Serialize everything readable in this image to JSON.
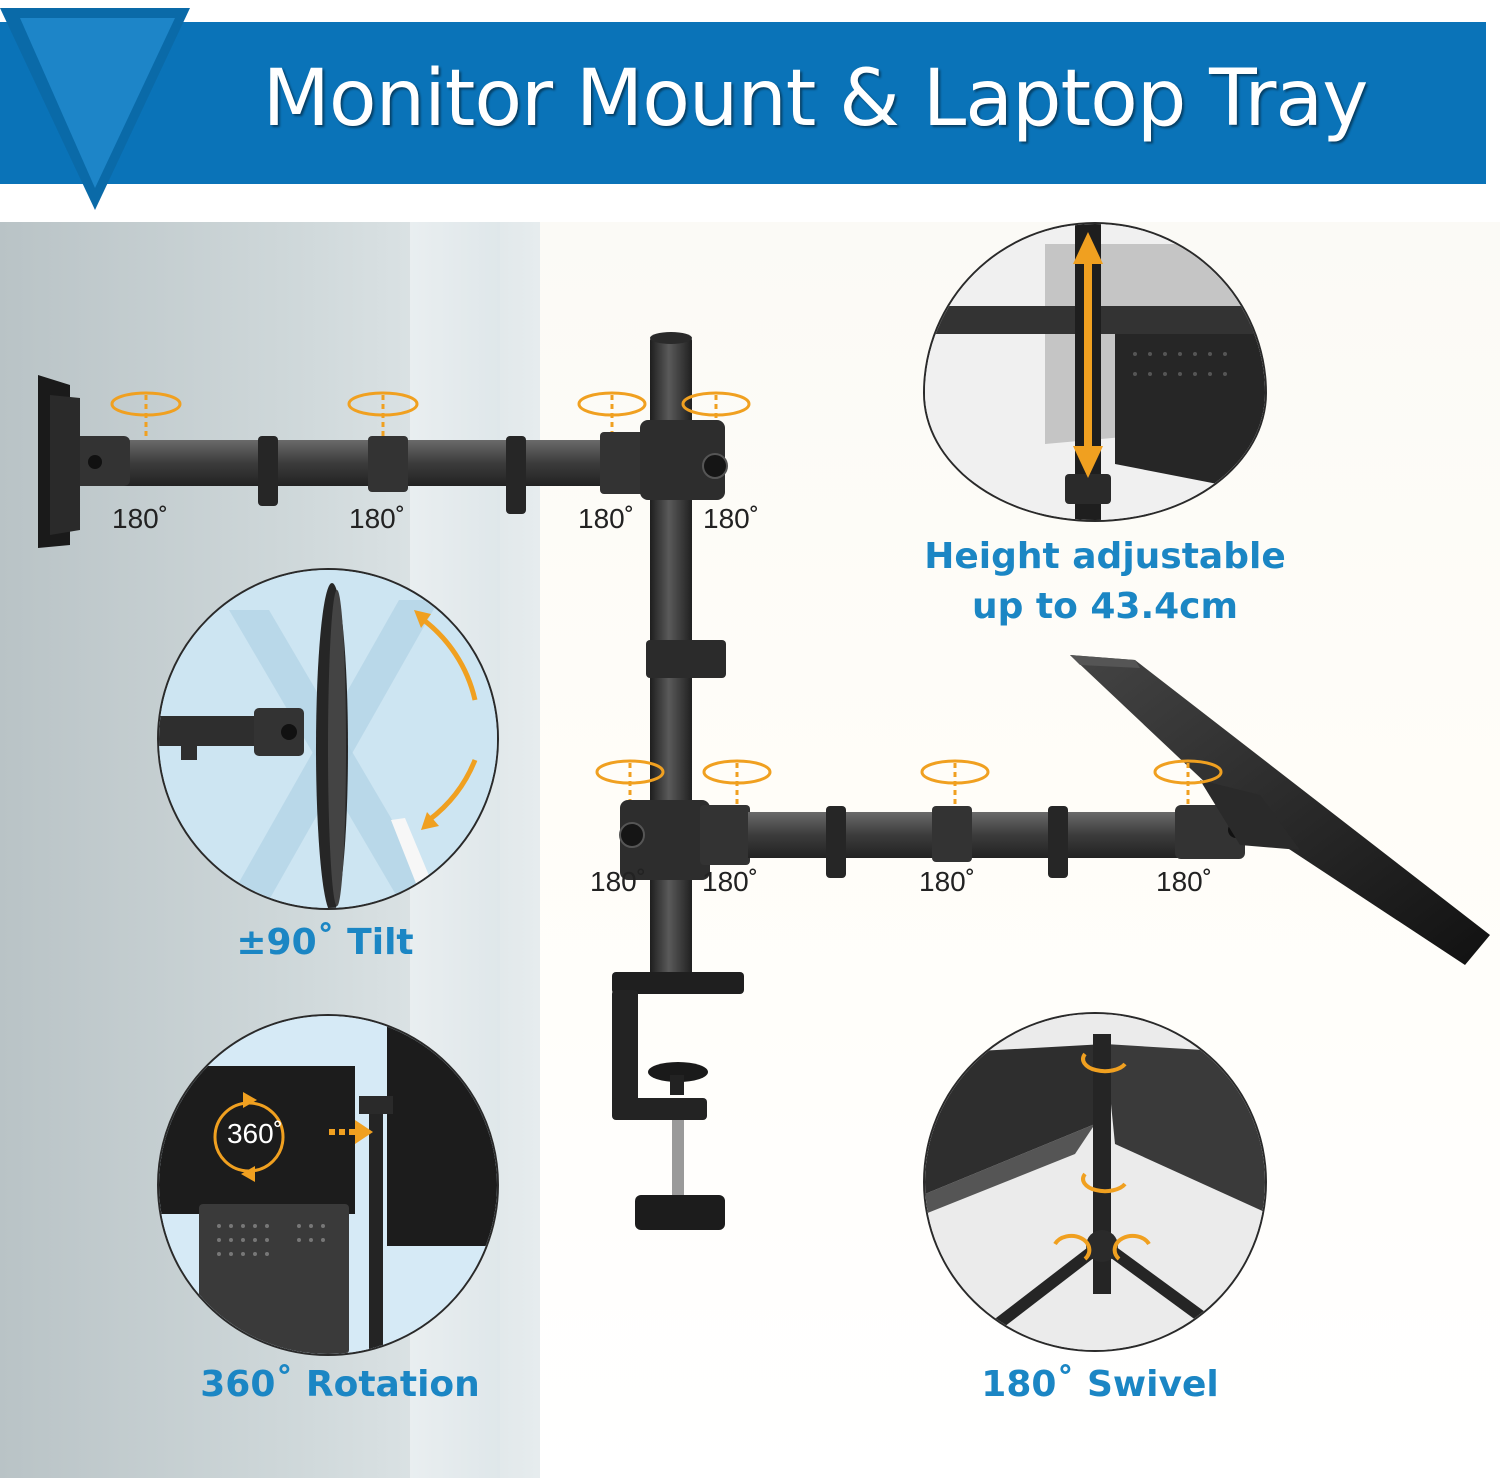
{
  "banner": {
    "title": "Monitor Mount & Laptop Tray"
  },
  "upper_arm": {
    "angles": [
      "180˚",
      "180˚",
      "180˚",
      "180˚"
    ]
  },
  "lower_arm": {
    "angles": [
      "180˚",
      "180˚",
      "180˚",
      "180˚"
    ]
  },
  "features": {
    "tilt": "±90˚ Tilt",
    "rotation": "360˚ Rotation",
    "rotation_badge": "360˚",
    "height_line1": "Height adjustable",
    "height_line2": "up to 43.4cm",
    "swivel": "180˚ Swivel"
  },
  "colors": {
    "brand_blue": "#0a73b8",
    "caption_blue": "#1b86c4",
    "rotate_arrow": "#f0a020",
    "metal": "#3a3a3a"
  }
}
